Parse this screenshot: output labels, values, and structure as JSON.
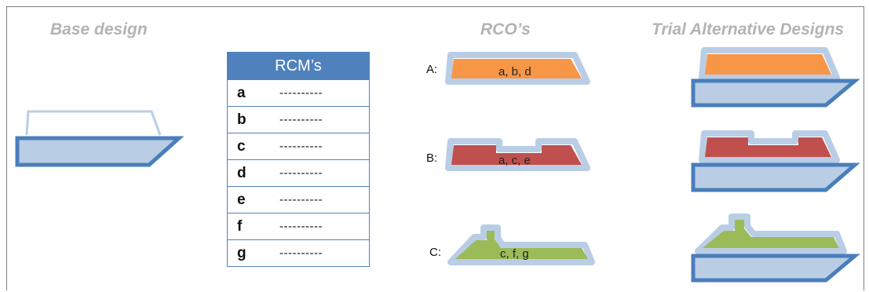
{
  "headings": {
    "base": "Base design",
    "rco": "RCO’s",
    "trial": "Trial Alternative Designs"
  },
  "rcm_table": {
    "header": "RCM’s",
    "rows": [
      {
        "letter": "a",
        "value": "----------"
      },
      {
        "letter": "b",
        "value": "----------"
      },
      {
        "letter": "c",
        "value": "----------"
      },
      {
        "letter": "d",
        "value": "----------"
      },
      {
        "letter": "e",
        "value": "----------"
      },
      {
        "letter": "f",
        "value": "----------"
      },
      {
        "letter": "g",
        "value": "----------"
      }
    ]
  },
  "rcos": [
    {
      "label": "A:",
      "measures": "a, b, d",
      "color": "#f79646"
    },
    {
      "label": "B:",
      "measures": "a, c, e",
      "color": "#c0504d"
    },
    {
      "label": "C:",
      "measures": "c, f, g",
      "color": "#8db74f"
    }
  ],
  "colors": {
    "hull_fill": "#b9cde5",
    "hull_stroke": "#4a7ebb",
    "superstructure_outline": "#b9cde5",
    "heading_text": "#b3b3b3",
    "table_header": "#4f81bd"
  }
}
